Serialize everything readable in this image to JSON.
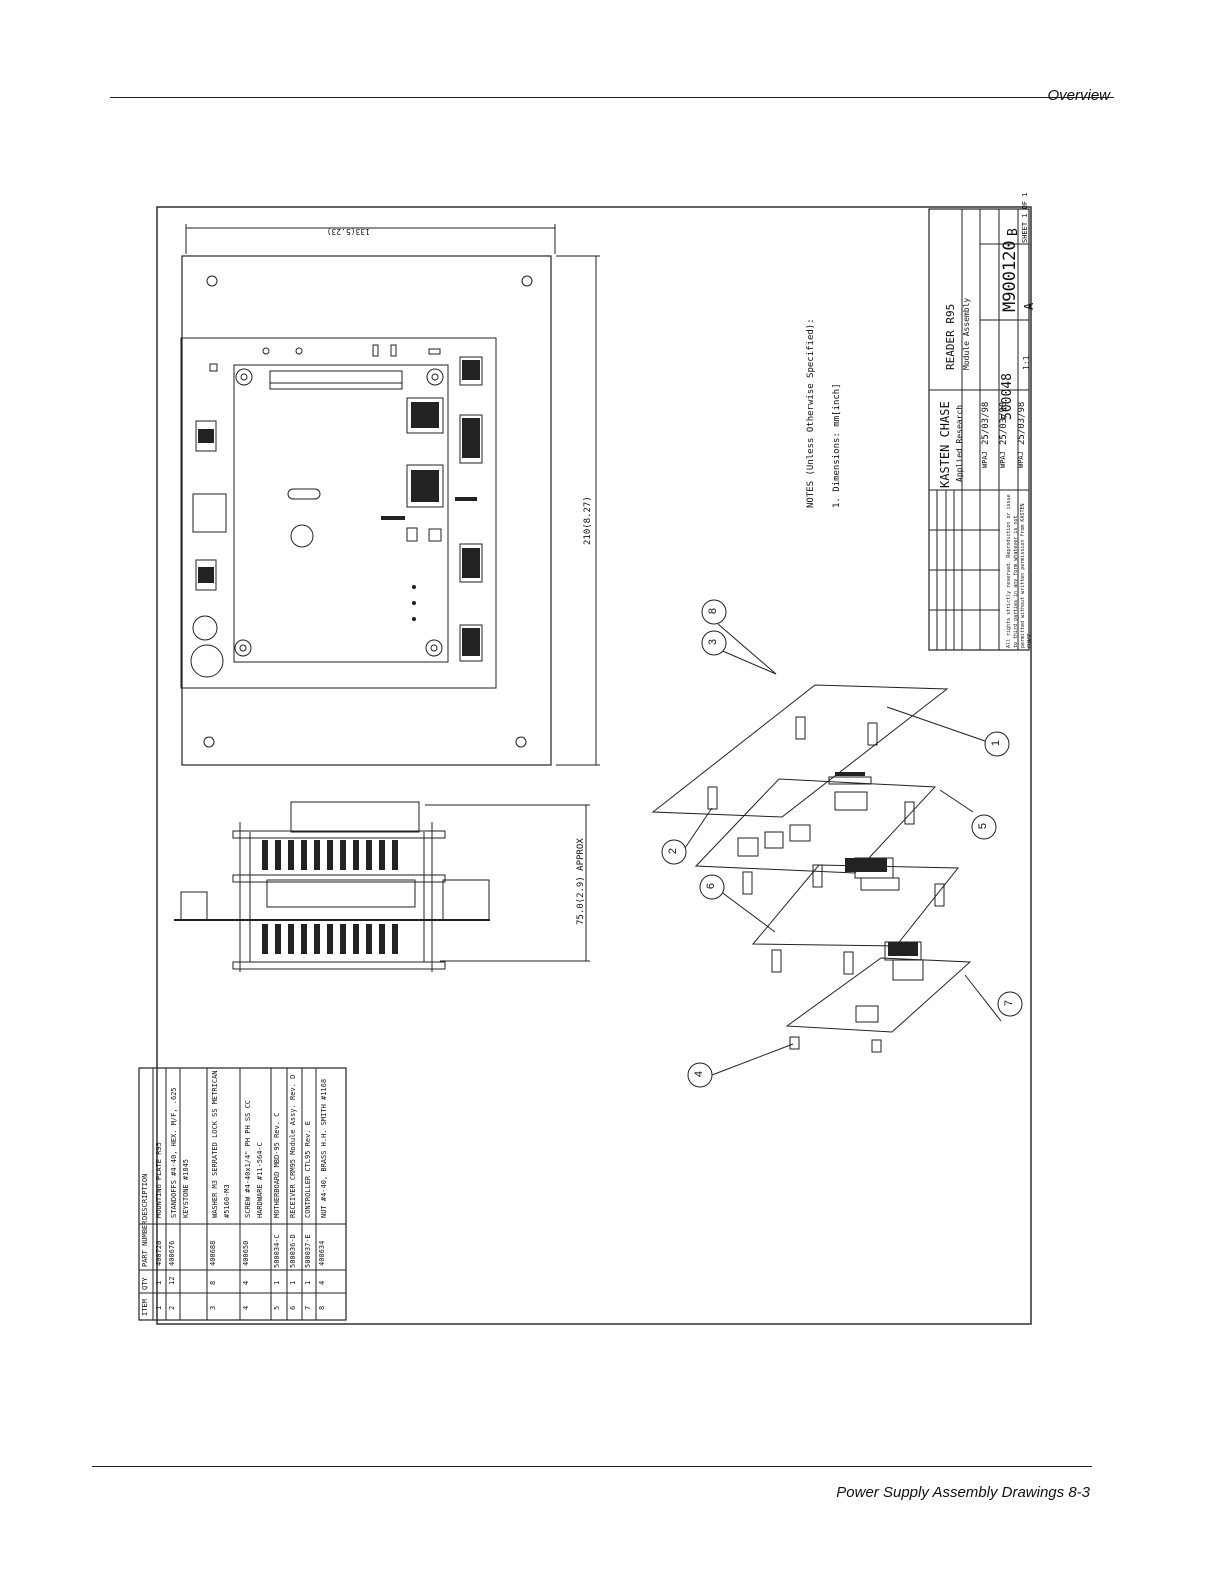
{
  "header": {
    "section": "Overview"
  },
  "footer": {
    "caption": "Power Supply Assembly Drawings 8-3"
  },
  "drawing": {
    "dims": {
      "width_label": "133(5.23)",
      "height_label": "210(8.27)",
      "stack_label": "75.0(2.9) APPROX"
    },
    "notes": {
      "title": "NOTES (Unless Otherwise Specified):",
      "item1": "1. Dimensions: mm[inch]"
    },
    "title_block": {
      "company": "KASTEN CHASE",
      "company_sub": "Applied Research",
      "title": "READER R95",
      "subtitle": "Module Assembly",
      "part_no": "500048",
      "dwg_no": "M900120",
      "rev": "B",
      "size": "A",
      "scale": "1:1",
      "dates": [
        "25/03/98",
        "25/03/98",
        "25/03/98"
      ],
      "initials": [
        "WPAJ",
        "WPAJ",
        "WPAJ"
      ],
      "sheet": "SHEET 1 OF 1",
      "rights": "All rights strictly reserved. Reproduction or issue to third parties in any form whatever is not permitted without written permission from KASTEN CHASE."
    },
    "bom": {
      "headers": [
        "ITEM",
        "QTY",
        "PART NUMBER",
        "DESCRIPTION"
      ],
      "rows": [
        {
          "item": "1",
          "qty": "1",
          "part": "400720",
          "desc": "MOUNTING PLATE R95"
        },
        {
          "item": "2",
          "qty": "12",
          "part": "400676",
          "desc": "STANDOFFS #4-40, HEX. M/F, .625 KEYSTONE #1845"
        },
        {
          "item": "3",
          "qty": "8",
          "part": "400688",
          "desc": "WASHER M3 SERRATED LOCK SS METRICAN #5160-M3"
        },
        {
          "item": "4",
          "qty": "4",
          "part": "400650",
          "desc": "SCREW #4-40x1/4\" PH PH SS CC HARDWARE #11-564-C"
        },
        {
          "item": "5",
          "qty": "1",
          "part": "500034-C",
          "desc": "MOTHERBOARD MBD-95 Rev. C"
        },
        {
          "item": "6",
          "qty": "1",
          "part": "500036-D",
          "desc": "RECEIVER CRM95 Module Assy. Rev. D"
        },
        {
          "item": "7",
          "qty": "1",
          "part": "500037-E",
          "desc": "CONTROLLER CTL95 Rev. E"
        },
        {
          "item": "8",
          "qty": "4",
          "part": "400634",
          "desc": "NUT #4-40, BRASS H.H. SMITH #1168"
        }
      ]
    },
    "balloons": [
      "1",
      "2",
      "3",
      "4",
      "5",
      "6",
      "7",
      "8"
    ]
  }
}
